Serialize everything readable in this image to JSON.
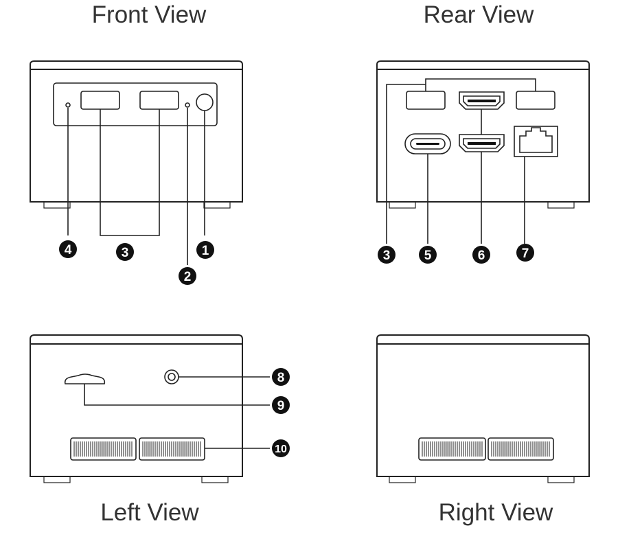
{
  "titles": {
    "front": "Front  View",
    "rear": "Rear View",
    "left": "Left View",
    "right": "Right View"
  },
  "callouts": {
    "c1": "1",
    "c2": "2",
    "c3_front": "3",
    "c4": "4",
    "c3_rear": "3",
    "c5": "5",
    "c6": "6",
    "c7": "7",
    "c8": "8",
    "c9": "9",
    "c10": "10"
  },
  "colors": {
    "line": "#222222",
    "callout_fill": "#111111",
    "background": "#ffffff"
  }
}
